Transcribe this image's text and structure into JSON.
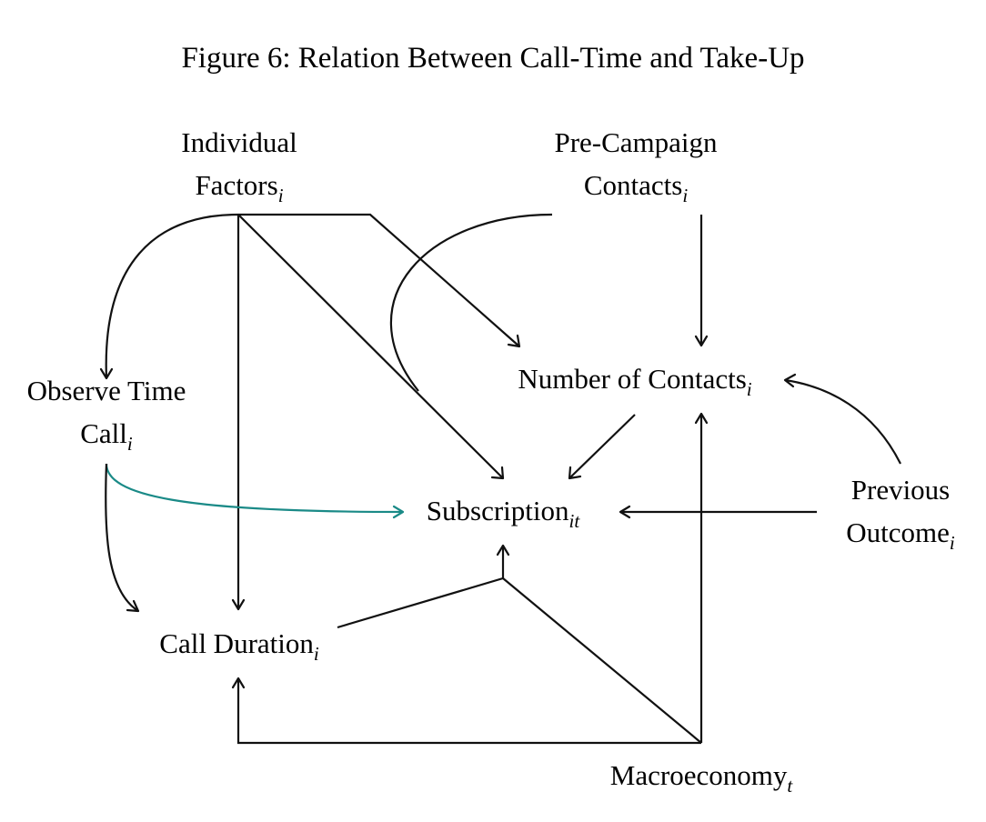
{
  "title": "Figure 6: Relation Between Call-Time and Take-Up",
  "colors": {
    "ink": "#111111",
    "accent_edge": "#1a8a87"
  },
  "nodes": {
    "individual_factors": {
      "line1": "Individual",
      "line2": "Factors",
      "sub": "i"
    },
    "pre_campaign_contacts": {
      "line1": "Pre-Campaign",
      "line2": "Contacts",
      "sub": "i"
    },
    "observe_time_call": {
      "line1": "Observe Time",
      "line2": "Call",
      "sub": "i"
    },
    "number_of_contacts": {
      "label": "Number of Contacts",
      "sub": "i"
    },
    "subscription": {
      "label": "Subscription",
      "sub": "it"
    },
    "previous_outcome": {
      "line1": "Previous",
      "line2": "Outcome",
      "sub": "i"
    },
    "call_duration": {
      "label": "Call Duration",
      "sub": "i"
    },
    "macroeconomy": {
      "label": "Macroeconomy",
      "sub": "t"
    }
  }
}
